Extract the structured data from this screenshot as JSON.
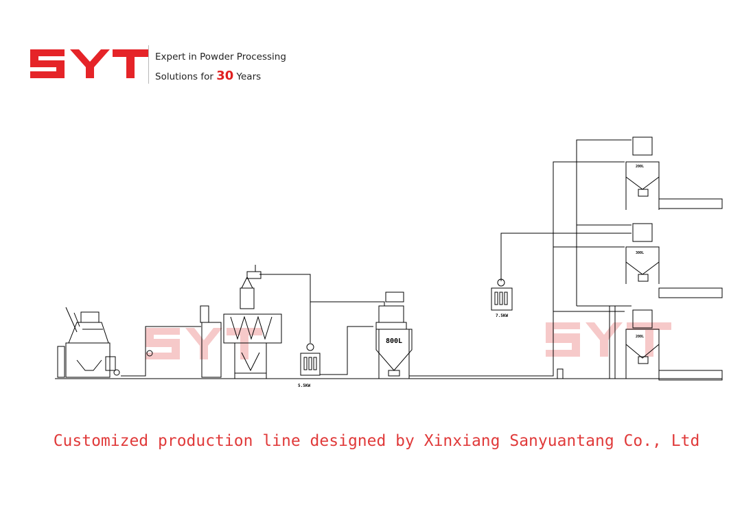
{
  "brand": {
    "logo_text": "SYT",
    "tagline_line1": "Expert in Powder Processing",
    "tagline_line2_prefix": "Solutions for ",
    "tagline_line2_number": "30",
    "tagline_line2_suffix": " Years",
    "logo_color": "#e52428"
  },
  "diagram": {
    "watermark_color": "#f6c9c9",
    "line_color": "#000000",
    "tank_800_label": "800L",
    "fan_label_1": "5.5KW",
    "fan_label_2": "7.5KW",
    "hopper_label": "200L",
    "hopper_label_2": "300L"
  },
  "caption": "Customized production line designed by Xinxiang Sanyuantang Co., Ltd"
}
